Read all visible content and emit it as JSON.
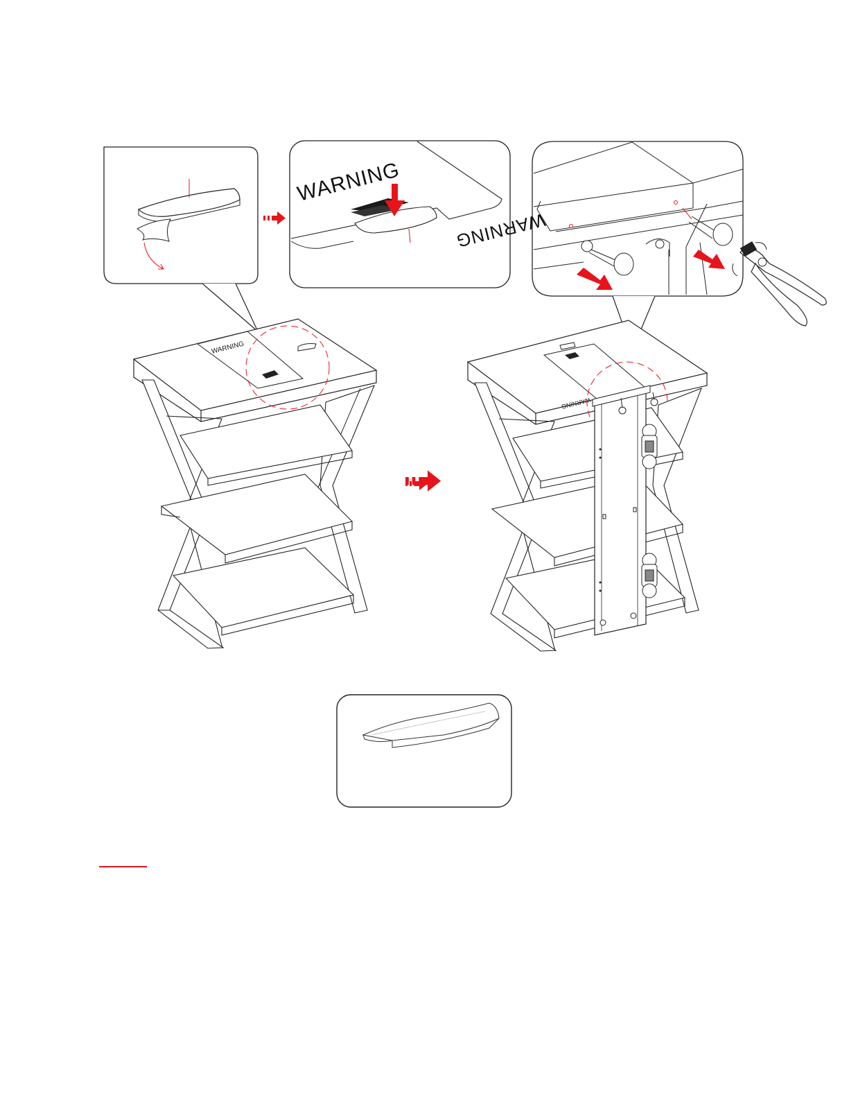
{
  "labels": {
    "warning_top_inset": "WARNING",
    "warning_right_inset": "WARNING",
    "warning_left_table": "WARNING",
    "warning_right_table": "WARNING"
  },
  "colors": {
    "line": "#222222",
    "accent": "#e8141c",
    "background": "#ffffff"
  },
  "icons": {
    "step_arrow": "dashed-arrow-right-icon",
    "push_arrow": "arrow-down-icon",
    "pull_arrow": "arrow-diagonal-icon",
    "tool": "pliers-icon"
  }
}
